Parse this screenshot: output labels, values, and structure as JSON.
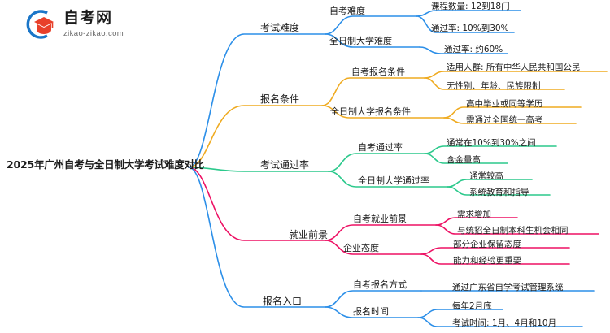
{
  "logo": {
    "name_cn": "自考网",
    "name_en": "zikao-zikao.com",
    "icon_primary": "#1b76c8",
    "icon_accent": "#e8402a"
  },
  "mindmap": {
    "root": "2025年广州自考与全日制大学考试难度对比",
    "colors": {
      "blue": "#2C8FE8",
      "orange": "#EFAB21",
      "green": "#2CC98C",
      "pink": "#ED1164"
    },
    "branches": [
      {
        "label": "考试难度",
        "color": "#2C8FE8",
        "children": [
          {
            "label": "自考难度",
            "leaves": [
              "课程数量: 12到18门",
              "通过率: 10%到30%"
            ]
          },
          {
            "label": "全日制大学难度",
            "leaves": [
              "通过率: 约60%"
            ]
          }
        ]
      },
      {
        "label": "报名条件",
        "color": "#EFAB21",
        "children": [
          {
            "label": "自考报名条件",
            "leaves": [
              "适用人群: 所有中华人民共和国公民",
              "无性别、年龄、民族限制"
            ]
          },
          {
            "label": "全日制大学报名条件",
            "leaves": [
              "高中毕业或同等学历",
              "需通过全国统一高考"
            ]
          }
        ]
      },
      {
        "label": "考试通过率",
        "color": "#2CC98C",
        "children": [
          {
            "label": "自考通过率",
            "leaves": [
              "通常在10%到30%之间",
              "含金量高"
            ]
          },
          {
            "label": "全日制大学通过率",
            "leaves": [
              "通常较高",
              "系统教育和指导"
            ]
          }
        ]
      },
      {
        "label": "就业前景",
        "color": "#ED1164",
        "children": [
          {
            "label": "自考就业前景",
            "leaves": [
              "需求增加",
              "与统招全日制本科生机会相同"
            ]
          },
          {
            "label": "企业态度",
            "leaves": [
              "部分企业保留态度",
              "能力和经验更重要"
            ]
          }
        ]
      },
      {
        "label": "报名入口",
        "color": "#2C8FE8",
        "children": [
          {
            "label": "自考报名方式",
            "leaves": [
              "通过广东省自学考试管理系统"
            ]
          },
          {
            "label": "报名时间",
            "leaves": [
              "每年2月底",
              "考试时间: 1月、4月和10月"
            ]
          }
        ]
      }
    ]
  }
}
